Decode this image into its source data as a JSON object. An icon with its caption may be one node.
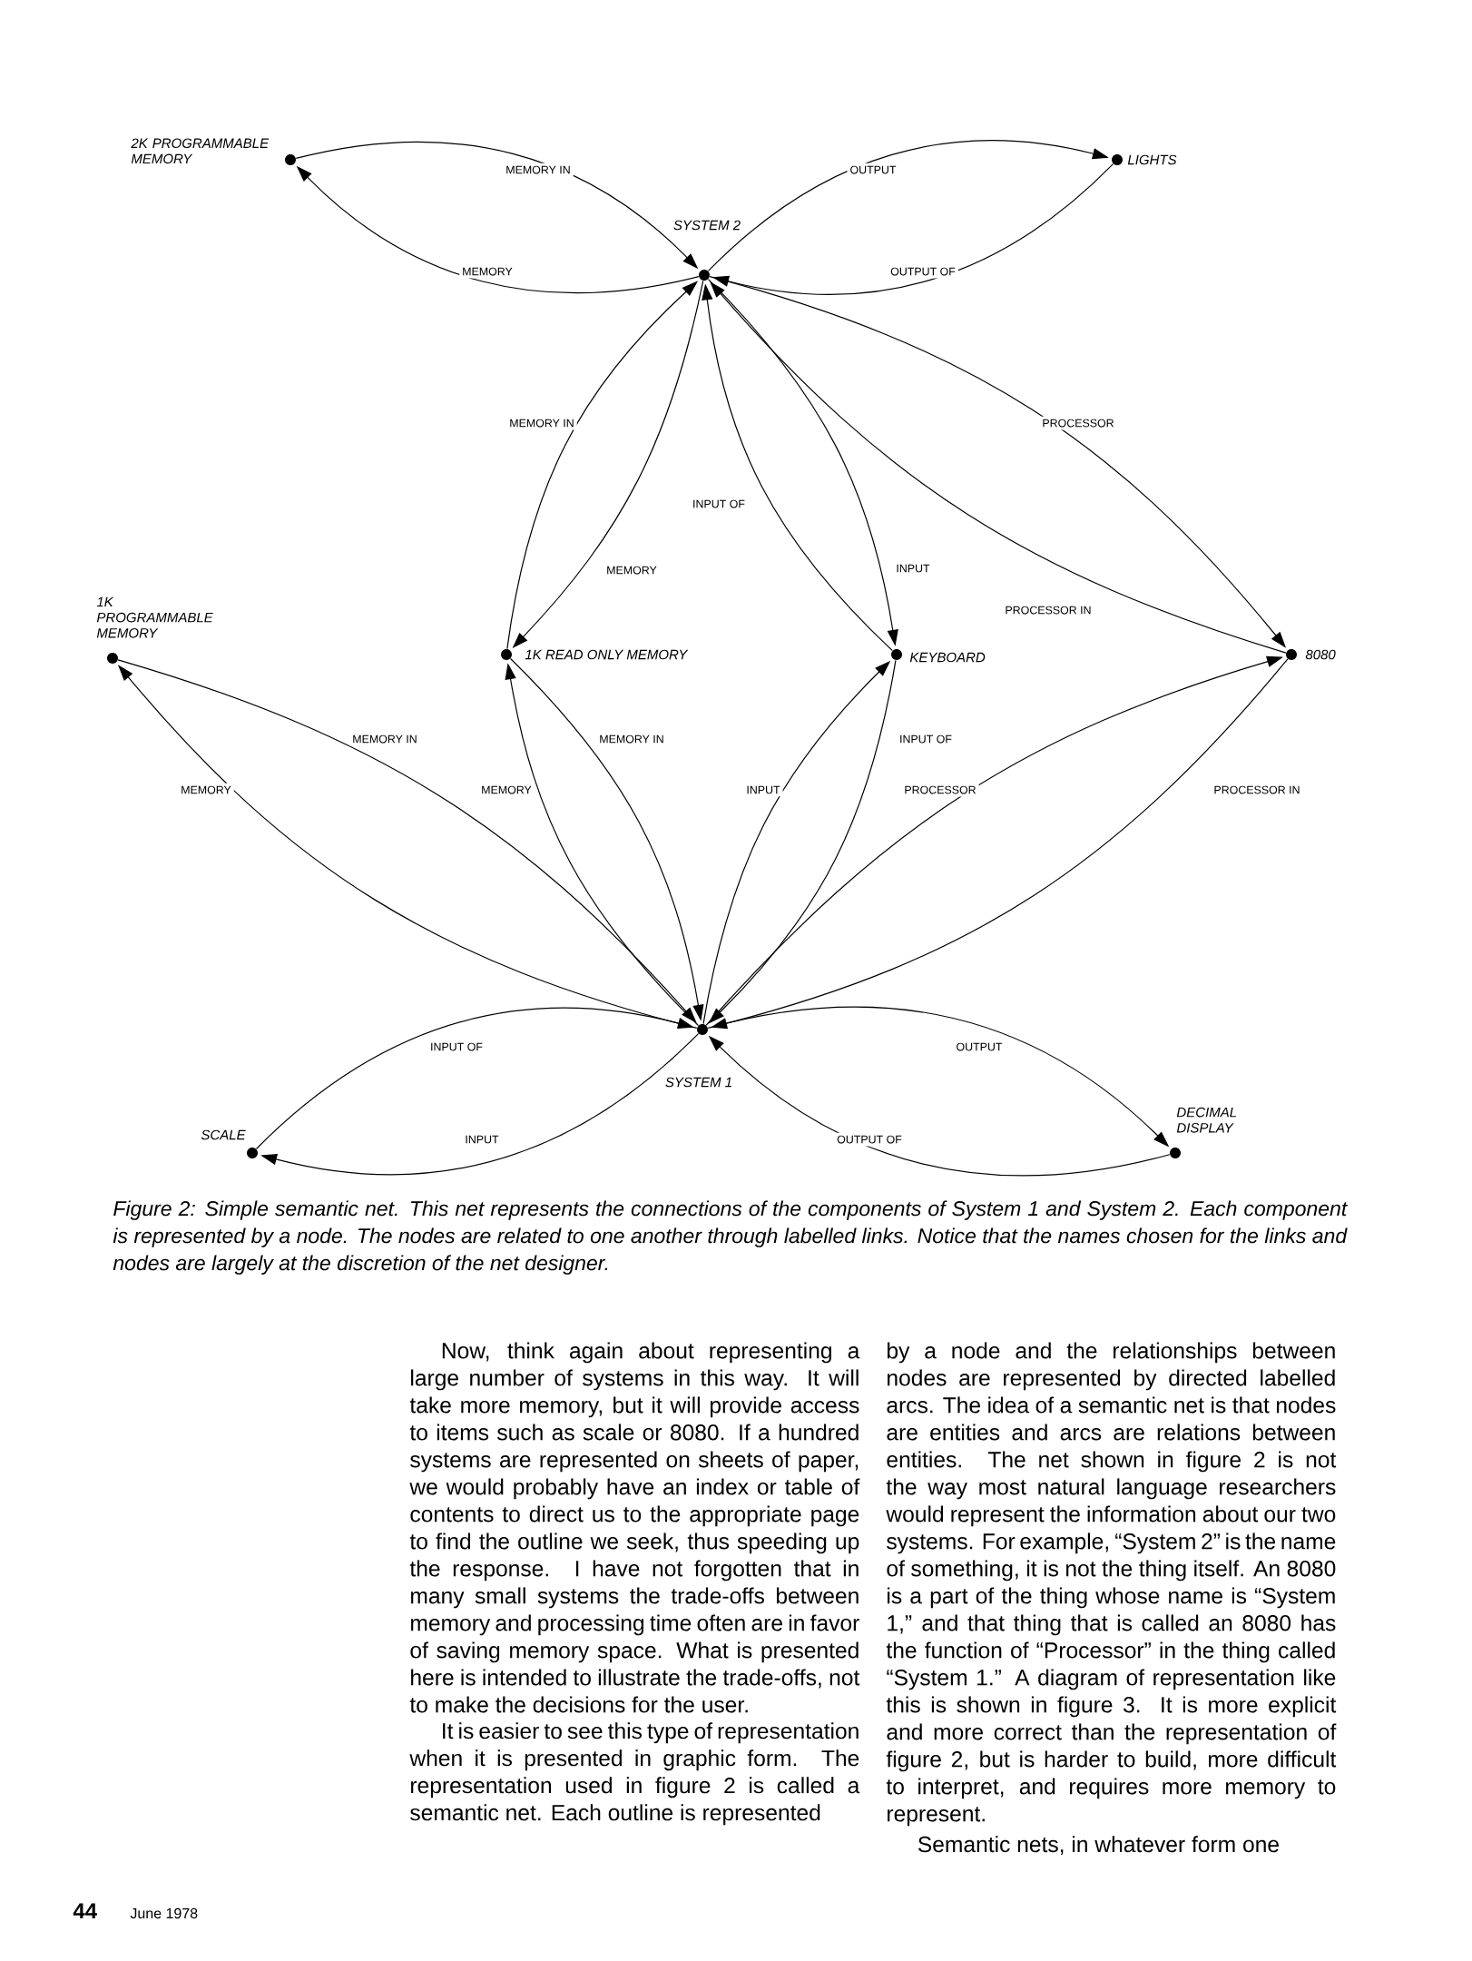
{
  "diagram": {
    "caption": "Figure 2: Simple semantic net. This net represents the connections of the components of System 1 and System 2. Each component is represented by a node. The nodes are related to one another through labelled links. Notice that the names chosen for the links and nodes are largely at the discretion of the net designer.",
    "nodes": [
      {
        "text": [
          "SYSTEM 2"
        ]
      },
      {
        "text": [
          "2K PROGRAMMABLE MEMORY"
        ]
      },
      {
        "text": [
          "LIGHTS"
        ]
      },
      {
        "text": [
          "1K PROGRAMMABLE MEMORY"
        ]
      },
      {
        "text": [
          "1K READ ONLY MEMORY"
        ]
      },
      {
        "text": [
          "KEYBOARD"
        ]
      },
      {
        "text": [
          "8080"
        ]
      },
      {
        "text": [
          "SYSTEM 1"
        ]
      },
      {
        "text": [
          "SCALE"
        ]
      },
      {
        "text": [
          "DECIMAL DISPLAY"
        ]
      }
    ],
    "edges": [
      {
        "from": 0,
        "to": 1,
        "arrow": "to",
        "label": "MEMORY"
      },
      {
        "from": 1,
        "to": 0,
        "arrow": "to",
        "label": "MEMORY IN"
      },
      {
        "from": 0,
        "to": 2,
        "arrow": "to",
        "label": "OUTPUT"
      },
      {
        "from": 2,
        "to": 0,
        "arrow": "to",
        "label": "OUTPUT OF"
      },
      {
        "from": 4,
        "to": 0,
        "arrow": "to",
        "label": "MEMORY IN"
      },
      {
        "from": 0,
        "to": 4,
        "arrow": "to",
        "label": "MEMORY"
      },
      {
        "from": 5,
        "to": 0,
        "arrow": "to",
        "label": "INPUT OF"
      },
      {
        "from": 0,
        "to": 5,
        "arrow": "to",
        "label": "INPUT"
      },
      {
        "from": 6,
        "to": 0,
        "arrow": "to",
        "label": "PROCESSOR IN"
      },
      {
        "from": 0,
        "to": 6,
        "arrow": "to",
        "label": "PROCESSOR"
      },
      {
        "from": 7,
        "to": 3,
        "arrow": "to",
        "label": "MEMORY"
      },
      {
        "from": 3,
        "to": 7,
        "arrow": "to",
        "label": "MEMORY IN"
      },
      {
        "from": 7,
        "to": 4,
        "arrow": "to",
        "label": "MEMORY"
      },
      {
        "from": 4,
        "to": 7,
        "arrow": "to",
        "label": "MEMORY IN"
      },
      {
        "from": 7,
        "to": 5,
        "arrow": "to",
        "label": "INPUT"
      },
      {
        "from": 5,
        "to": 7,
        "arrow": "to",
        "label": "INPUT OF"
      },
      {
        "from": 7,
        "to": 6,
        "arrow": "to",
        "label": "PROCESSOR"
      },
      {
        "from": 6,
        "to": 7,
        "arrow": "to",
        "label": "PROCESSOR IN"
      },
      {
        "from": 8,
        "to": 7,
        "arrow": "to",
        "label": "INPUT OF"
      },
      {
        "from": 7,
        "to": 8,
        "arrow": "to",
        "label": "INPUT"
      },
      {
        "from": 7,
        "to": 9,
        "arrow": "to",
        "label": "OUTPUT"
      },
      {
        "from": 9,
        "to": 7,
        "arrow": "to",
        "label": "OUTPUT OF"
      }
    ],
    "labels": [
      "Now, think again about representing a large number of systems in this way. It will take more memory, but it will provide access to items such as scale or 8080. If a hundred systems are represented on sheets of paper, we would probably have an index or table of contents to direct us to the appropriate page to find the outline we seek, thus speeding up the response. I have not forgotten that in many small systems the trade-offs between memory and processing time often are in favor of saving memory space. What is presented here is intended to illustrate the trade-offs, not to make the decisions for the user.",
      "It is easier to see this type of representation when it is presented in graphic form. The representation used in figure 2 is called a semantic net. Each outline is represented",
      "by a node and the relationships between nodes are represented by directed labelled arcs. The idea of a semantic net is that nodes are entities and arcs are relations between entities. The net shown in figure 2 is not the way most natural language researchers would represent the information about our two systems. For example, “System 2” is the name of something, it is not the thing itself. An 8080 is a part of the thing whose name is “System 1,” and that thing that is called an 8080 has the function of “Processor” in the thing called “System 1.” A diagram of representation like this is shown in figure 3. It is more explicit and more correct than the representation of figure 2, but is harder to build, more difficult to interpret, and requires more memory to represent.",
      "Semantic nets, in whatever form one",
      "44",
      "June 1978"
    ]
  }
}
